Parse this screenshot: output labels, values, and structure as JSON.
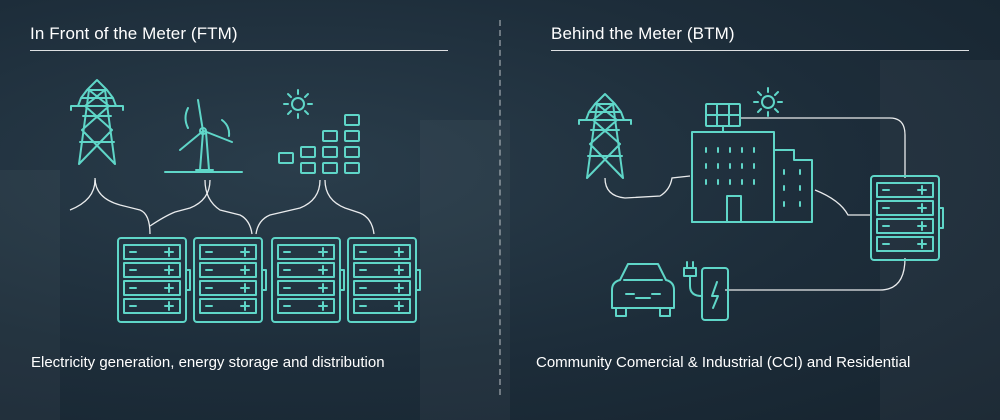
{
  "left": {
    "title": "In Front of the Meter (FTM)",
    "caption": "Electricity generation, energy storage and distribution",
    "icons": [
      "transmission-tower-icon",
      "wind-turbine-icon",
      "solar-array-icon",
      "battery-icon"
    ]
  },
  "right": {
    "title": "Behind the Meter (BTM)",
    "caption": "Community Comercial & Industrial (CCI) and Residential",
    "icons": [
      "transmission-tower-icon",
      "building-icon",
      "solar-panel-icon",
      "battery-icon",
      "car-icon",
      "charging-station-icon"
    ]
  },
  "colors": {
    "accent": "#5fd6c8",
    "text": "#ffffff",
    "background": "#1d2d3a"
  }
}
